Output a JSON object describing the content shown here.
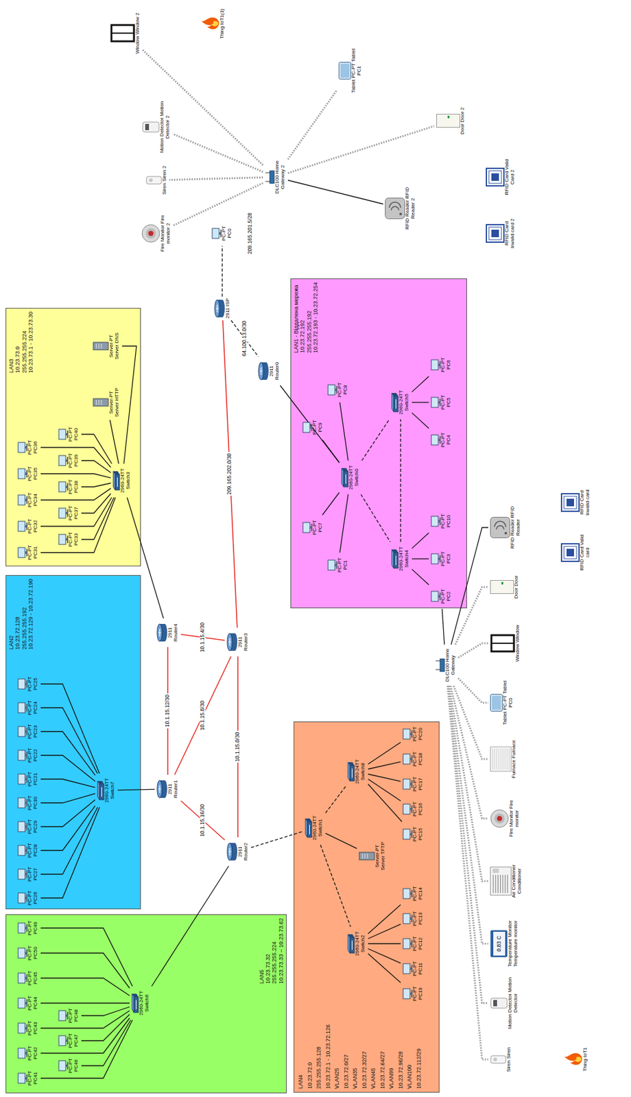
{
  "diagram": {
    "nodes": [
      {
        "text": [
          "LAN5",
          "10.23.73.32",
          "255.255.255.224",
          "10.23.73.33 – 10.23.73.62"
        ]
      },
      {
        "text": [
          "PC-PT PC41"
        ],
        "in": 0
      },
      {
        "text": [
          "PC-PT PC42"
        ],
        "in": 0
      },
      {
        "text": [
          "PC-PT PC43"
        ],
        "in": 0
      },
      {
        "text": [
          "PC-PT PC44"
        ],
        "in": 0
      },
      {
        "text": [
          "PC-PT PC45"
        ],
        "in": 0
      },
      {
        "text": [
          "PC-PT PC50"
        ],
        "in": 0
      },
      {
        "text": [
          "PC-PT PC49"
        ],
        "in": 0
      },
      {
        "text": [
          "PC-PT PC46"
        ],
        "in": 0
      },
      {
        "text": [
          "PC-PT PC47"
        ],
        "in": 0
      },
      {
        "text": [
          "PC-PT PC48"
        ],
        "in": 0
      },
      {
        "text": [
          "2960-24TT Switch6"
        ],
        "in": 0
      },
      {
        "text": [
          "LAN2",
          "10.23.72.128",
          "255.255.255.192",
          "10.23.72.129 - 10.23.72.190"
        ]
      },
      {
        "text": [
          "PC-PT PC26"
        ],
        "in": 12
      },
      {
        "text": [
          "PC-PT PC27"
        ],
        "in": 12
      },
      {
        "text": [
          "PC-PT PC28"
        ],
        "in": 12
      },
      {
        "text": [
          "PC-PT PC29"
        ],
        "in": 12
      },
      {
        "text": [
          "PC-PT PC30"
        ],
        "in": 12
      },
      {
        "text": [
          "PC-PT PC21"
        ],
        "in": 12
      },
      {
        "text": [
          "PC-PT PC22"
        ],
        "in": 12
      },
      {
        "text": [
          "PC-PT PC23"
        ],
        "in": 12
      },
      {
        "text": [
          "PC-PT PC24"
        ],
        "in": 12
      },
      {
        "text": [
          "PC-PT PC25"
        ],
        "in": 12
      },
      {
        "text": [
          "2960-24TT Switch7"
        ],
        "in": 12
      },
      {
        "text": [
          "LAN3",
          "10.23.73.0",
          "255.255.255.224",
          "10.23.73.1 - 10.23.73.30"
        ]
      },
      {
        "text": [
          "PC-PT PC31"
        ],
        "in": 24
      },
      {
        "text": [
          "PC-PT PC32"
        ],
        "in": 24
      },
      {
        "text": [
          "PC-PT PC34"
        ],
        "in": 24
      },
      {
        "text": [
          "PC-PT PC35"
        ],
        "in": 24
      },
      {
        "text": [
          "PC-PT PC36"
        ],
        "in": 24
      },
      {
        "text": [
          "PC-PT PC33"
        ],
        "in": 24
      },
      {
        "text": [
          "PC-PT PC37"
        ],
        "in": 24
      },
      {
        "text": [
          "PC-PT PC38"
        ],
        "in": 24
      },
      {
        "text": [
          "PC-PT PC39"
        ],
        "in": 24
      },
      {
        "text": [
          "PC-PT PC40"
        ],
        "in": 24
      },
      {
        "text": [
          "2960-24TT Switch3"
        ],
        "in": 24
      },
      {
        "text": [
          "Server-PT Server HTTP"
        ],
        "in": 24
      },
      {
        "text": [
          "Server-PT Server DNS"
        ],
        "in": 24
      },
      {
        "text": [
          "2911 Router1"
        ]
      },
      {
        "text": [
          "2911 Router4"
        ]
      },
      {
        "text": [
          "2911 Router2"
        ]
      },
      {
        "text": [
          "2911 Router3"
        ]
      },
      {
        "text": [
          "2911 Router0"
        ]
      },
      {
        "text": [
          "2911 ISP"
        ]
      },
      {
        "text": [
          "PC-PT PC0"
        ]
      },
      {
        "text": [
          "LAN4",
          "10.23.72.0",
          "255.255.255.128",
          "10.23.72.1 - 10.23.72.126",
          "VLAN25",
          "10.23.72.0/27",
          "VLAN35",
          "10.23.72.32/27",
          "VLAN45",
          "10.23.72.64/27",
          "VLAN99",
          "10.23.72.96/28",
          "VLAN100",
          "10.23.72.112/29"
        ]
      },
      {
        "text": [
          "2960-24TT Switch1"
        ],
        "in": 45
      },
      {
        "text": [
          "2960-24TT Switch2"
        ],
        "in": 45
      },
      {
        "text": [
          "2960-24TT Switch8"
        ],
        "in": 45
      },
      {
        "text": [
          "Server-PT Server TFTP"
        ],
        "in": 45
      },
      {
        "text": [
          "PC-PT PC19"
        ],
        "in": 45
      },
      {
        "text": [
          "PC-PT PC11"
        ],
        "in": 45
      },
      {
        "text": [
          "PC-PT PC12"
        ],
        "in": 45
      },
      {
        "text": [
          "PC-PT PC13"
        ],
        "in": 45
      },
      {
        "text": [
          "PC-PT PC14"
        ],
        "in": 45
      },
      {
        "text": [
          "PC-PT PC15"
        ],
        "in": 45
      },
      {
        "text": [
          "PC-PT PC16"
        ],
        "in": 45
      },
      {
        "text": [
          "PC-PT PC17"
        ],
        "in": 45
      },
      {
        "text": [
          "PC-PT PC18"
        ],
        "in": 45
      },
      {
        "text": [
          "PC-PT PC20"
        ],
        "in": 45
      },
      {
        "text": [
          "LAN1 - Віддалена мережа",
          "10.23.72.192",
          "255.255.255.192",
          "10.23.72.193 - 10.23.72.254"
        ]
      },
      {
        "text": [
          "2960-24TT Switch0"
        ],
        "in": 60
      },
      {
        "text": [
          "2960-24TT Switch4"
        ],
        "in": 60
      },
      {
        "text": [
          "2960-24TT Switch5"
        ],
        "in": 60
      },
      {
        "text": [
          "PC-PT PC7"
        ],
        "in": 60
      },
      {
        "text": [
          "PC-PT PC1"
        ],
        "in": 60
      },
      {
        "text": [
          "PC-PT PC9"
        ],
        "in": 60
      },
      {
        "text": [
          "PC-PT PC8"
        ],
        "in": 60
      },
      {
        "text": [
          "PC-PT PC2"
        ],
        "in": 60
      },
      {
        "text": [
          "PC-PT PC3"
        ],
        "in": 60
      },
      {
        "text": [
          "PC-PT PC10"
        ],
        "in": 60
      },
      {
        "text": [
          "PC-PT PC4"
        ],
        "in": 60
      },
      {
        "text": [
          "PC-PT PC5"
        ],
        "in": 60
      },
      {
        "text": [
          "PC-PT PC6"
        ],
        "in": 60
      },
      {
        "text": [
          "DLC100 Home Gateway"
        ]
      },
      {
        "text": [
          "Siren Siren"
        ]
      },
      {
        "text": [
          "Motion Detector Motion Detector"
        ]
      },
      {
        "text": [
          "Temperature Monitor Temperature monitor"
        ]
      },
      {
        "text": [
          "Air Conditioner Conditioner"
        ]
      },
      {
        "text": [
          "Fire Monitor Fire monitor"
        ]
      },
      {
        "text": [
          "Furnace Furnace"
        ]
      },
      {
        "text": [
          "Tablet PC-PT Tablet PC0"
        ]
      },
      {
        "text": [
          "Window Window"
        ]
      },
      {
        "text": [
          "Door Door"
        ]
      },
      {
        "text": [
          "RFID Reader RFID Reader"
        ]
      },
      {
        "text": [
          "RFID Card Valid card"
        ]
      },
      {
        "text": [
          "RFID Card Invalid card"
        ]
      },
      {
        "text": [
          "Thing IoT1"
        ]
      },
      {
        "text": [
          "DLC100 Home Gateway 2"
        ]
      },
      {
        "text": [
          "Fire Monitor Fire monitor 2"
        ]
      },
      {
        "text": [
          "Siren Siren 2"
        ]
      },
      {
        "text": [
          "Motion Detector Motion Detector 2"
        ]
      },
      {
        "text": [
          "Window Window 2"
        ]
      },
      {
        "text": [
          "Thing IoT1(1)"
        ]
      },
      {
        "text": [
          "Tablet PC-PT Tablet PC1"
        ]
      },
      {
        "text": [
          "Door Door 2"
        ]
      },
      {
        "text": [
          "RFID Reader RFID Reader 2"
        ]
      },
      {
        "text": [
          "RFID Card Valid Card 2"
        ]
      },
      {
        "text": [
          "RFID Card Invalid card 2"
        ]
      }
    ],
    "edges": [
      {
        "from": 11,
        "to": 1,
        "arrow": "none"
      },
      {
        "from": 11,
        "to": 2,
        "arrow": "none"
      },
      {
        "from": 11,
        "to": 3,
        "arrow": "none"
      },
      {
        "from": 11,
        "to": 4,
        "arrow": "none"
      },
      {
        "from": 11,
        "to": 5,
        "arrow": "none"
      },
      {
        "from": 11,
        "to": 6,
        "arrow": "none"
      },
      {
        "from": 11,
        "to": 7,
        "arrow": "none"
      },
      {
        "from": 11,
        "to": 8,
        "arrow": "none"
      },
      {
        "from": 11,
        "to": 9,
        "arrow": "none"
      },
      {
        "from": 11,
        "to": 10,
        "arrow": "none"
      },
      {
        "from": 40,
        "to": 11,
        "arrow": "none"
      },
      {
        "from": 23,
        "to": 13,
        "arrow": "none"
      },
      {
        "from": 23,
        "to": 14,
        "arrow": "none"
      },
      {
        "from": 23,
        "to": 15,
        "arrow": "none"
      },
      {
        "from": 23,
        "to": 16,
        "arrow": "none"
      },
      {
        "from": 23,
        "to": 17,
        "arrow": "none"
      },
      {
        "from": 23,
        "to": 18,
        "arrow": "none"
      },
      {
        "from": 23,
        "to": 19,
        "arrow": "none"
      },
      {
        "from": 23,
        "to": 20,
        "arrow": "none"
      },
      {
        "from": 23,
        "to": 21,
        "arrow": "none"
      },
      {
        "from": 23,
        "to": 22,
        "arrow": "none"
      },
      {
        "from": 38,
        "to": 23,
        "arrow": "none"
      },
      {
        "from": 35,
        "to": 25,
        "arrow": "none"
      },
      {
        "from": 35,
        "to": 26,
        "arrow": "none"
      },
      {
        "from": 35,
        "to": 27,
        "arrow": "none"
      },
      {
        "from": 35,
        "to": 28,
        "arrow": "none"
      },
      {
        "from": 35,
        "to": 29,
        "arrow": "none"
      },
      {
        "from": 35,
        "to": 30,
        "arrow": "none"
      },
      {
        "from": 35,
        "to": 31,
        "arrow": "none"
      },
      {
        "from": 35,
        "to": 32,
        "arrow": "none"
      },
      {
        "from": 35,
        "to": 33,
        "arrow": "none"
      },
      {
        "from": 35,
        "to": 34,
        "arrow": "none"
      },
      {
        "from": 35,
        "to": 36,
        "arrow": "none"
      },
      {
        "from": 35,
        "to": 37,
        "arrow": "none"
      },
      {
        "from": 39,
        "to": 35,
        "arrow": "none"
      },
      {
        "from": 38,
        "to": 39,
        "label": "10.1.15.12/30",
        "arrow": "none"
      },
      {
        "from": 39,
        "to": 41,
        "label": "10.1.15.4/30",
        "arrow": "none"
      },
      {
        "from": 38,
        "to": 41,
        "label": "10.1.15.8/30",
        "arrow": "none"
      },
      {
        "from": 40,
        "to": 41,
        "label": "10.1.15.0/30",
        "arrow": "none"
      },
      {
        "from": 38,
        "to": 40,
        "label": "10.1.15.16/30",
        "arrow": "none"
      },
      {
        "from": 41,
        "to": 43,
        "label": "209.165.202.0/30",
        "arrow": "none"
      },
      {
        "from": 43,
        "to": 42,
        "label": "64.100.13.0/30",
        "arrow": "none"
      },
      {
        "from": 43,
        "to": 44,
        "arrow": "none"
      },
      {
        "from": 40,
        "to": 46,
        "arrow": "none"
      },
      {
        "from": 46,
        "to": 47,
        "arrow": "none"
      },
      {
        "from": 46,
        "to": 48,
        "arrow": "none"
      },
      {
        "from": 46,
        "to": 49,
        "arrow": "none"
      },
      {
        "from": 47,
        "to": 50,
        "arrow": "none"
      },
      {
        "from": 47,
        "to": 51,
        "arrow": "none"
      },
      {
        "from": 47,
        "to": 52,
        "arrow": "none"
      },
      {
        "from": 47,
        "to": 53,
        "arrow": "none"
      },
      {
        "from": 47,
        "to": 54,
        "arrow": "none"
      },
      {
        "from": 48,
        "to": 55,
        "arrow": "none"
      },
      {
        "from": 48,
        "to": 56,
        "arrow": "none"
      },
      {
        "from": 48,
        "to": 57,
        "arrow": "none"
      },
      {
        "from": 48,
        "to": 58,
        "arrow": "none"
      },
      {
        "from": 48,
        "to": 59,
        "arrow": "none"
      },
      {
        "from": 42,
        "to": 61,
        "arrow": "none"
      },
      {
        "from": 61,
        "to": 62,
        "arrow": "none"
      },
      {
        "from": 61,
        "to": 63,
        "arrow": "none"
      },
      {
        "from": 62,
        "to": 63,
        "arrow": "none"
      },
      {
        "from": 61,
        "to": 64,
        "arrow": "none"
      },
      {
        "from": 61,
        "to": 65,
        "arrow": "none"
      },
      {
        "from": 61,
        "to": 66,
        "arrow": "none"
      },
      {
        "from": 61,
        "to": 67,
        "arrow": "none"
      },
      {
        "from": 62,
        "to": 68,
        "arrow": "none"
      },
      {
        "from": 62,
        "to": 69,
        "arrow": "none"
      },
      {
        "from": 62,
        "to": 70,
        "arrow": "none"
      },
      {
        "from": 63,
        "to": 71,
        "arrow": "none"
      },
      {
        "from": 63,
        "to": 72,
        "arrow": "none"
      },
      {
        "from": 63,
        "to": 73,
        "arrow": "none"
      },
      {
        "from": 74,
        "to": 68,
        "arrow": "none"
      },
      {
        "from": 74,
        "to": 75,
        "arrow": "none"
      },
      {
        "from": 74,
        "to": 76,
        "arrow": "none"
      },
      {
        "from": 74,
        "to": 77,
        "arrow": "none"
      },
      {
        "from": 74,
        "to": 78,
        "arrow": "none"
      },
      {
        "from": 74,
        "to": 79,
        "arrow": "none"
      },
      {
        "from": 74,
        "to": 80,
        "arrow": "none"
      },
      {
        "from": 74,
        "to": 81,
        "arrow": "none"
      },
      {
        "from": 74,
        "to": 82,
        "arrow": "none"
      },
      {
        "from": 74,
        "to": 83,
        "arrow": "none"
      },
      {
        "from": 74,
        "to": 84,
        "arrow": "none"
      },
      {
        "from": 88,
        "to": 89,
        "arrow": "none"
      },
      {
        "from": 88,
        "to": 90,
        "arrow": "none"
      },
      {
        "from": 88,
        "to": 91,
        "arrow": "none"
      },
      {
        "from": 88,
        "to": 92,
        "arrow": "none"
      },
      {
        "from": 88,
        "to": 94,
        "arrow": "none"
      },
      {
        "from": 88,
        "to": 95,
        "arrow": "none"
      },
      {
        "from": 88,
        "to": 96,
        "arrow": "none"
      }
    ],
    "labels": [
      "209.165.201.5/28",
      "0.83 C"
    ]
  }
}
